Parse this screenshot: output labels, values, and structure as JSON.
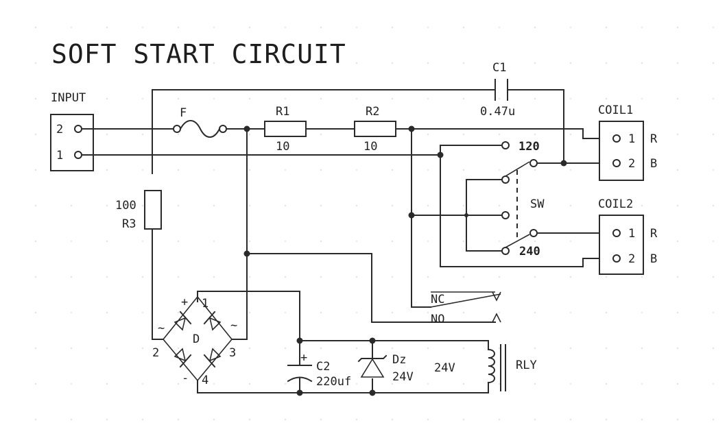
{
  "title": "SOFT START CIRCUIT",
  "input": {
    "label": "INPUT",
    "pin2": "2",
    "pin1": "1"
  },
  "fuse": {
    "label": "F"
  },
  "r1": {
    "name": "R1",
    "value": "10"
  },
  "r2": {
    "name": "R2",
    "value": "10"
  },
  "r3": {
    "name": "R3",
    "value": "100"
  },
  "c1": {
    "name": "C1",
    "value": "0.47u"
  },
  "c2": {
    "name": "C2",
    "value": "220uf",
    "plus": "+"
  },
  "dz": {
    "name": "Dz",
    "value": "24V"
  },
  "bridge": {
    "name": "D",
    "p1": "1",
    "p2": "2",
    "p3": "3",
    "p4": "4",
    "plus": "+",
    "minus": "-",
    "ac_left": "~",
    "ac_right": "~"
  },
  "relay": {
    "name": "RLY",
    "voltage": "24V",
    "nc": "NC",
    "no": "NO"
  },
  "switch": {
    "name": "SW",
    "pos_120": "120",
    "pos_240": "240"
  },
  "coil1": {
    "label": "COIL1",
    "pin1": "1",
    "pin2": "2",
    "r": "R",
    "b": "B"
  },
  "coil2": {
    "label": "COIL2",
    "pin1": "1",
    "pin2": "2",
    "r": "R",
    "b": "B"
  },
  "colors": {
    "ink": "#2a2a2a",
    "paper": "#ffffff",
    "grid_dots": "#e4e4e4"
  }
}
